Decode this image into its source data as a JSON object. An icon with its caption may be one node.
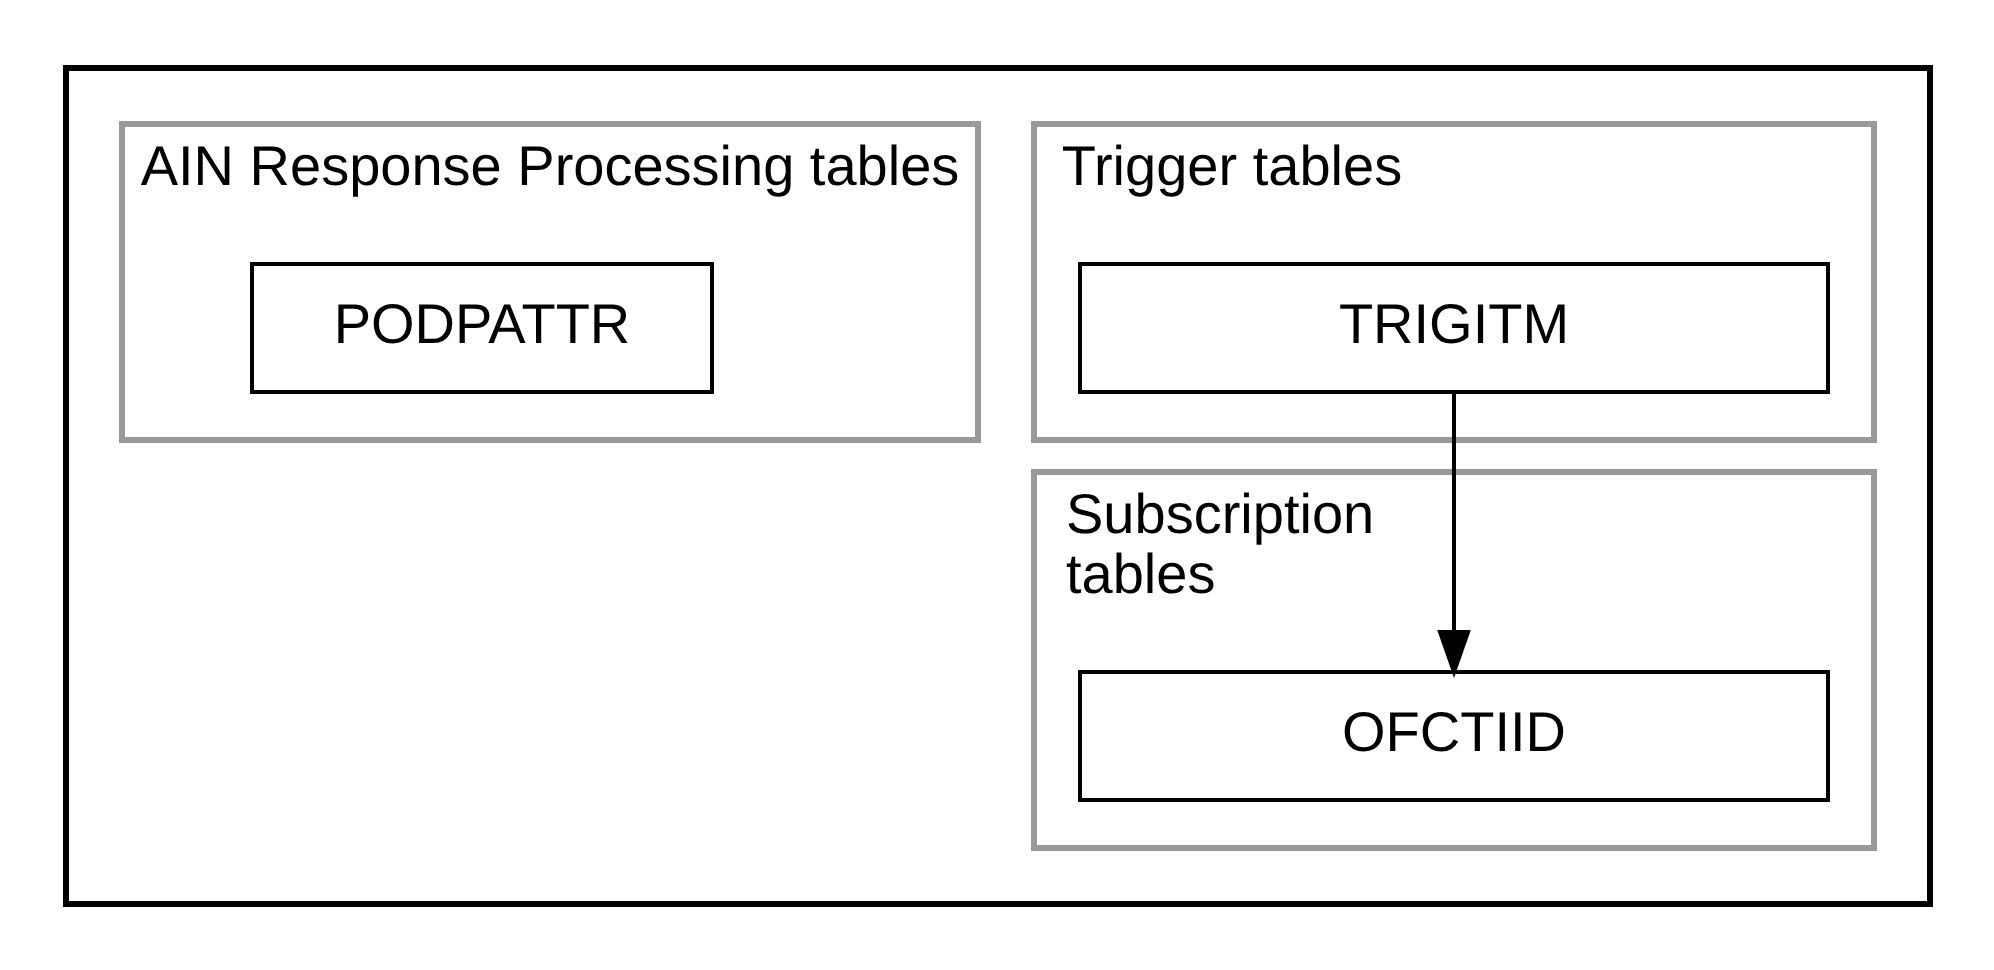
{
  "diagram": {
    "nodes": [
      {
        "text": [],
        "shape": "box"
      },
      {
        "text": [
          "AIN Response Processing tables"
        ],
        "in": 0
      },
      {
        "text": [
          "PODPATTR"
        ],
        "in": 1
      },
      {
        "text": [
          "Trigger tables"
        ],
        "in": 0
      },
      {
        "text": [
          "TRIGITM"
        ],
        "in": 3
      },
      {
        "text": [
          "Subscription tables"
        ],
        "in": 0
      },
      {
        "text": [
          "OFCTIID"
        ],
        "in": 5
      }
    ],
    "edges": [
      {
        "from": 4,
        "to": 6,
        "arrow": "to"
      }
    ]
  }
}
